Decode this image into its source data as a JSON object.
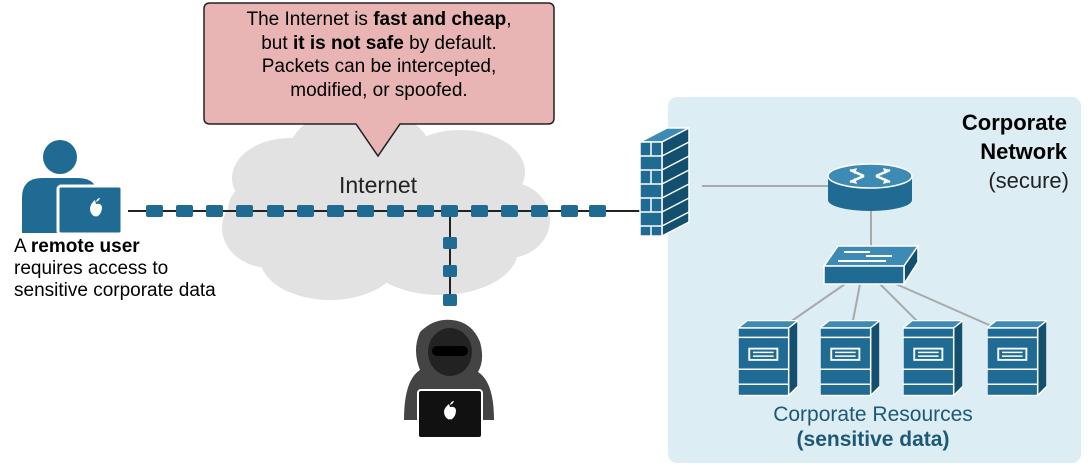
{
  "callout": {
    "line1_pre": "The Internet is ",
    "line1_bold": "fast and cheap",
    "line1_post": ",",
    "line2_pre": "but ",
    "line2_bold": "it is not safe",
    "line2_post": " by default.",
    "line3": "Packets can be intercepted,",
    "line4": "modified, or spoofed."
  },
  "internet": {
    "label": "Internet"
  },
  "remote_user": {
    "line1_pre": "A ",
    "line1_bold": "remote user",
    "line2": "requires access to",
    "line3": "sensitive corporate data"
  },
  "corporate": {
    "title_line1": "Corporate",
    "title_line2": "Network",
    "subtitle": "(secure)",
    "resources_line1": "Corporate Resources",
    "resources_line2": "(sensitive data)"
  },
  "icons": {
    "remote_user": "user-with-laptop-icon",
    "attacker": "hooded-attacker-icon",
    "firewall": "firewall-icon",
    "router": "router-icon",
    "switch": "switch-icon",
    "server": "server-icon",
    "cloud": "cloud-icon"
  },
  "colors": {
    "accent": "#1f6b94",
    "corp_bg": "#dcedf4",
    "callout_bg": "#e8b4b4",
    "cloud": "#e2e2e2",
    "attacker": "#444444"
  }
}
